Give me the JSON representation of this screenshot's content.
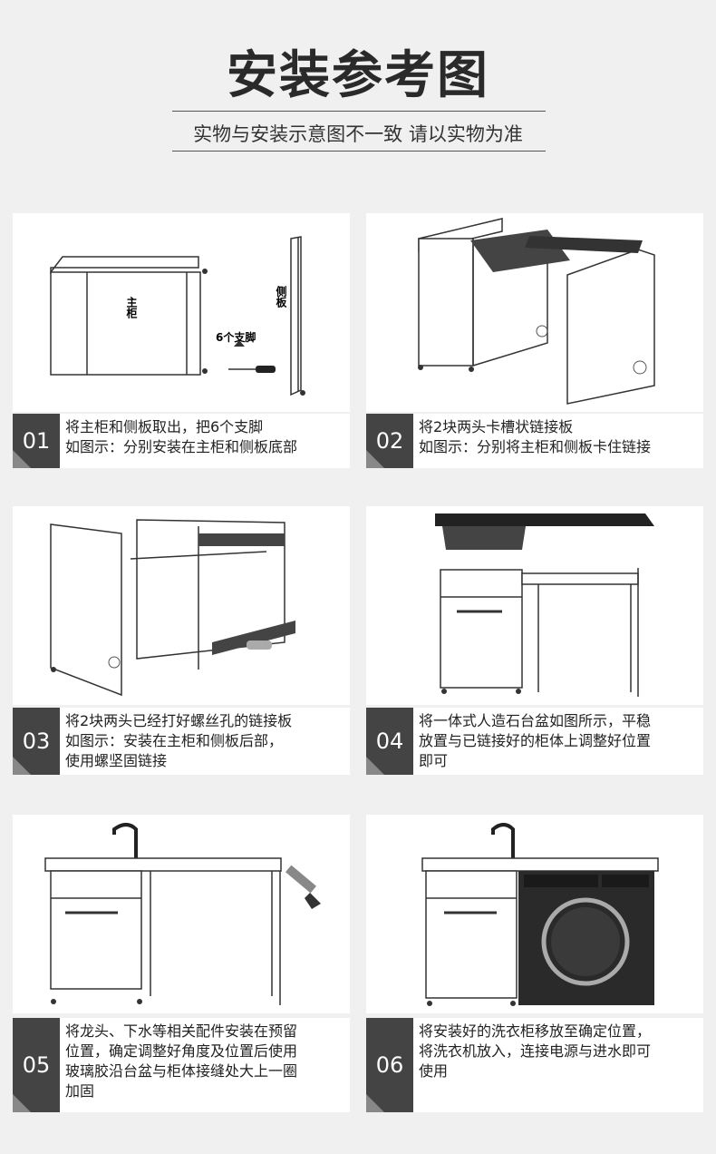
{
  "header": {
    "title": "安装参考图",
    "subtitle": "实物与安装示意图不一致 请以实物为准"
  },
  "steps": [
    {
      "num": "01",
      "lines": [
        "将主柜和侧板取出，把6个支脚",
        "如图示：分别安装在主柜和侧板底部"
      ],
      "labels": {
        "main": "主柜",
        "side": "侧板",
        "feet": "6个支脚"
      }
    },
    {
      "num": "02",
      "lines": [
        "将2块两头卡槽状链接板",
        "如图示：分别将主柜和侧板卡住链接"
      ]
    },
    {
      "num": "03",
      "lines": [
        "将2块两头已经打好螺丝孔的链接板",
        "如图示：安装在主柜和侧板后部，",
        "使用螺坚固链接"
      ]
    },
    {
      "num": "04",
      "lines": [
        "将一体式人造石台盆如图所示，平稳",
        "放置与已链接好的柜体上调整好位置",
        "即可"
      ]
    },
    {
      "num": "05",
      "lines": [
        "将龙头、下水等相关配件安装在预留",
        "位置，确定调整好角度及位置后使用",
        "玻璃胶沿台盆与柜体接缝处大上一圈",
        "加固"
      ]
    },
    {
      "num": "06",
      "lines": [
        "将安装好的洗衣柜移放至确定位置，",
        "将洗衣机放入，连接电源与进水即可",
        "使用"
      ]
    }
  ],
  "icons": [
    "cabinet-illustration",
    "faucet-icon",
    "caulking-gun-icon",
    "washing-machine-icon",
    "screwdriver-icon"
  ]
}
